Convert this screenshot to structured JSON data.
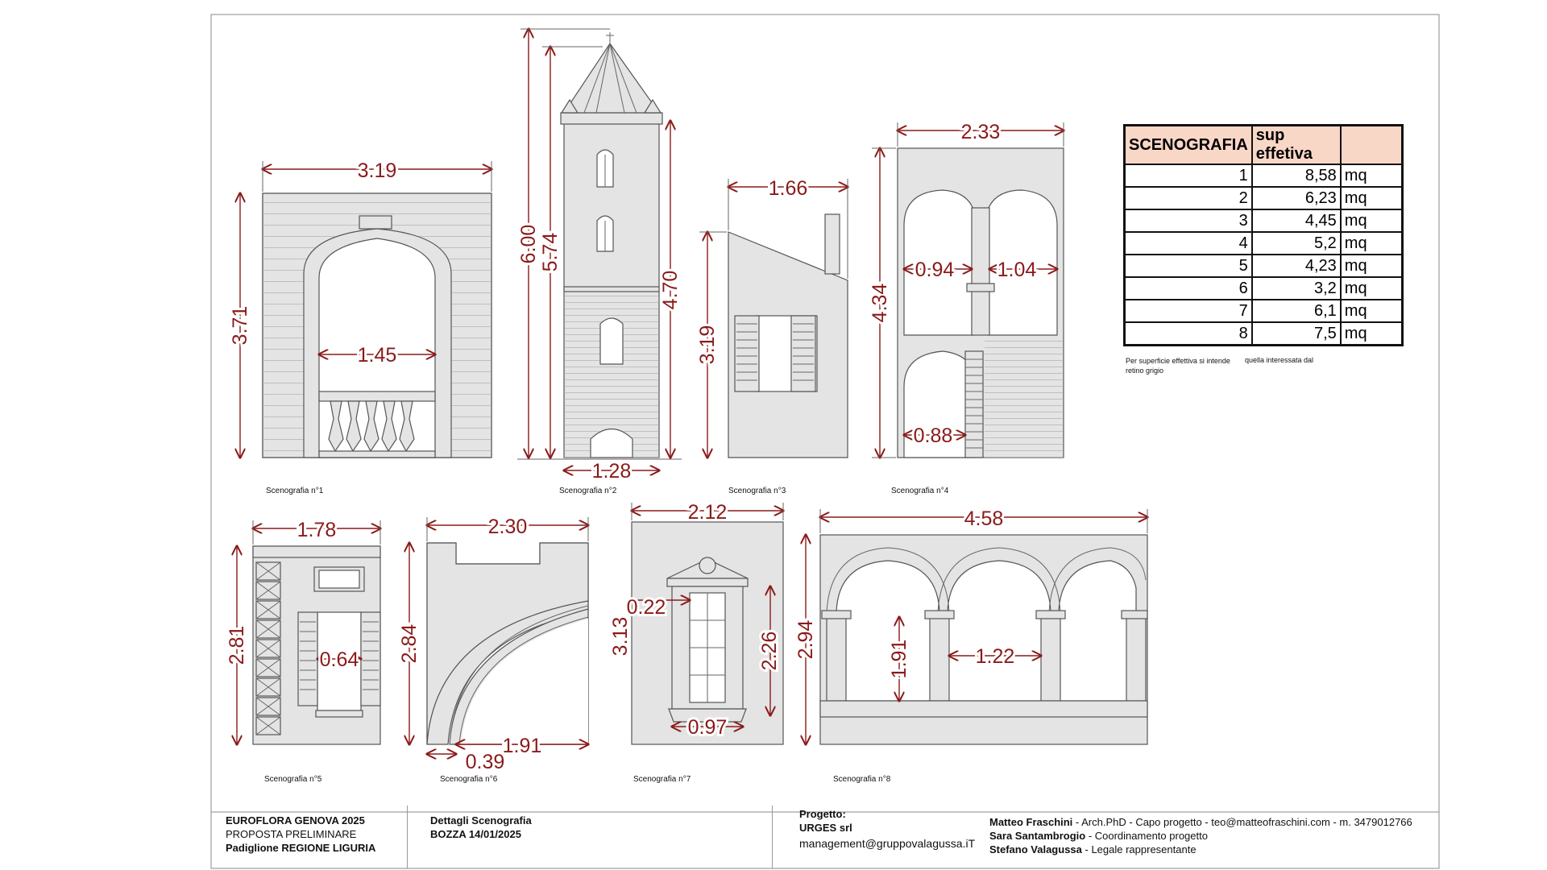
{
  "captions": [
    "Scenografia n°1",
    "Scenografia n°2",
    "Scenografia n°3",
    "Scenografia n°4",
    "Scenografia n°5",
    "Scenografia n°6",
    "Scenografia n°7",
    "Scenografia n°8"
  ],
  "dimensions": {
    "s1": {
      "width": "3.19",
      "height": "3.71",
      "opening": "1.45"
    },
    "s2": {
      "total": "6.00",
      "tower": "5.74",
      "body": "4.70",
      "base": "1.28"
    },
    "s3": {
      "width": "1.66",
      "height": "3.19"
    },
    "s4": {
      "width": "2.33",
      "height": "4.34",
      "left_arch": "0.94",
      "right_arch": "1.04",
      "lower": "0.88"
    },
    "s5": {
      "width": "1.78",
      "height": "2.81",
      "window": "0.64"
    },
    "s6": {
      "width": "2.30",
      "height": "2.84",
      "jamb": "0.39",
      "opening": "1.91"
    },
    "s7": {
      "width": "2.12",
      "height": "3.13",
      "frame": "0.22",
      "window_h": "2.26",
      "window_w": "0.97"
    },
    "s8": {
      "width": "4.58",
      "height": "2.94",
      "col_h": "1.91",
      "span": "1.22"
    }
  },
  "table": {
    "headers": [
      "SCENOGRAFIA",
      "sup effetiva",
      ""
    ],
    "rows": [
      {
        "n": "1",
        "v": "8,58",
        "u": "mq"
      },
      {
        "n": "2",
        "v": "6,23",
        "u": "mq"
      },
      {
        "n": "3",
        "v": "4,45",
        "u": "mq"
      },
      {
        "n": "4",
        "v": "5,2",
        "u": "mq"
      },
      {
        "n": "5",
        "v": "4,23",
        "u": "mq"
      },
      {
        "n": "6",
        "v": "3,2",
        "u": "mq"
      },
      {
        "n": "7",
        "v": "6,1",
        "u": "mq"
      },
      {
        "n": "8",
        "v": "7,5",
        "u": "mq"
      }
    ],
    "note_left": "Per superficie effettiva si intende retino grigio",
    "note_right": "quella interessata dal"
  },
  "footer": {
    "event": "EUROFLORA GENOVA 2025",
    "proposal": "PROPOSTA PRELIMINARE",
    "pavilion": "Padiglione REGIONE LIGURIA",
    "details": "Dettagli Scenografia",
    "draft": "BOZZA 14/01/2025",
    "project_label": "Progetto:",
    "company": "URGES srl",
    "email": "management@gruppovalagussa.iT",
    "people": [
      {
        "name": "Matteo Fraschini",
        "role": " - Arch.PhD - Capo progetto - teo@matteofraschini.com - m. 3479012766"
      },
      {
        "name": "Sara Santambrogio",
        "role": " - Coordinamento progetto"
      },
      {
        "name": "Stefano Valagussa",
        "role": " - Legale rappresentante"
      }
    ]
  }
}
